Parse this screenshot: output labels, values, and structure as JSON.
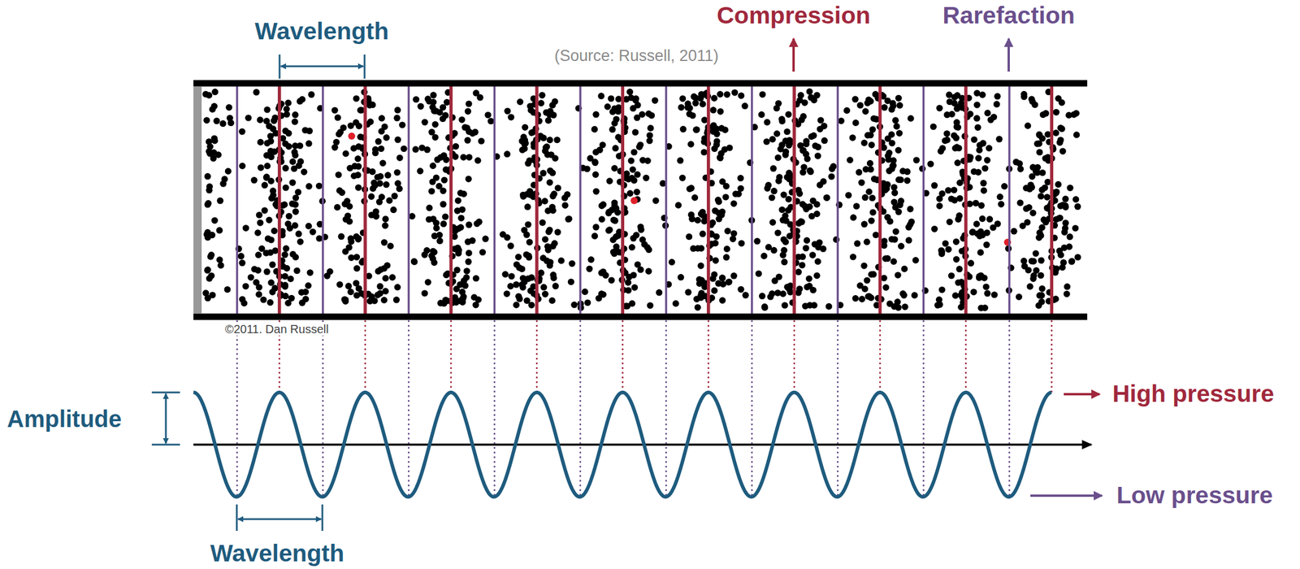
{
  "diagram": {
    "labels": [
      "Wavelength",
      "(Source: Russell, 2011)",
      "Compression",
      "Rarefaction",
      "©2011. Dan Russell",
      "Amplitude",
      "High pressure",
      "Low pressure",
      "Wavelength"
    ]
  }
}
